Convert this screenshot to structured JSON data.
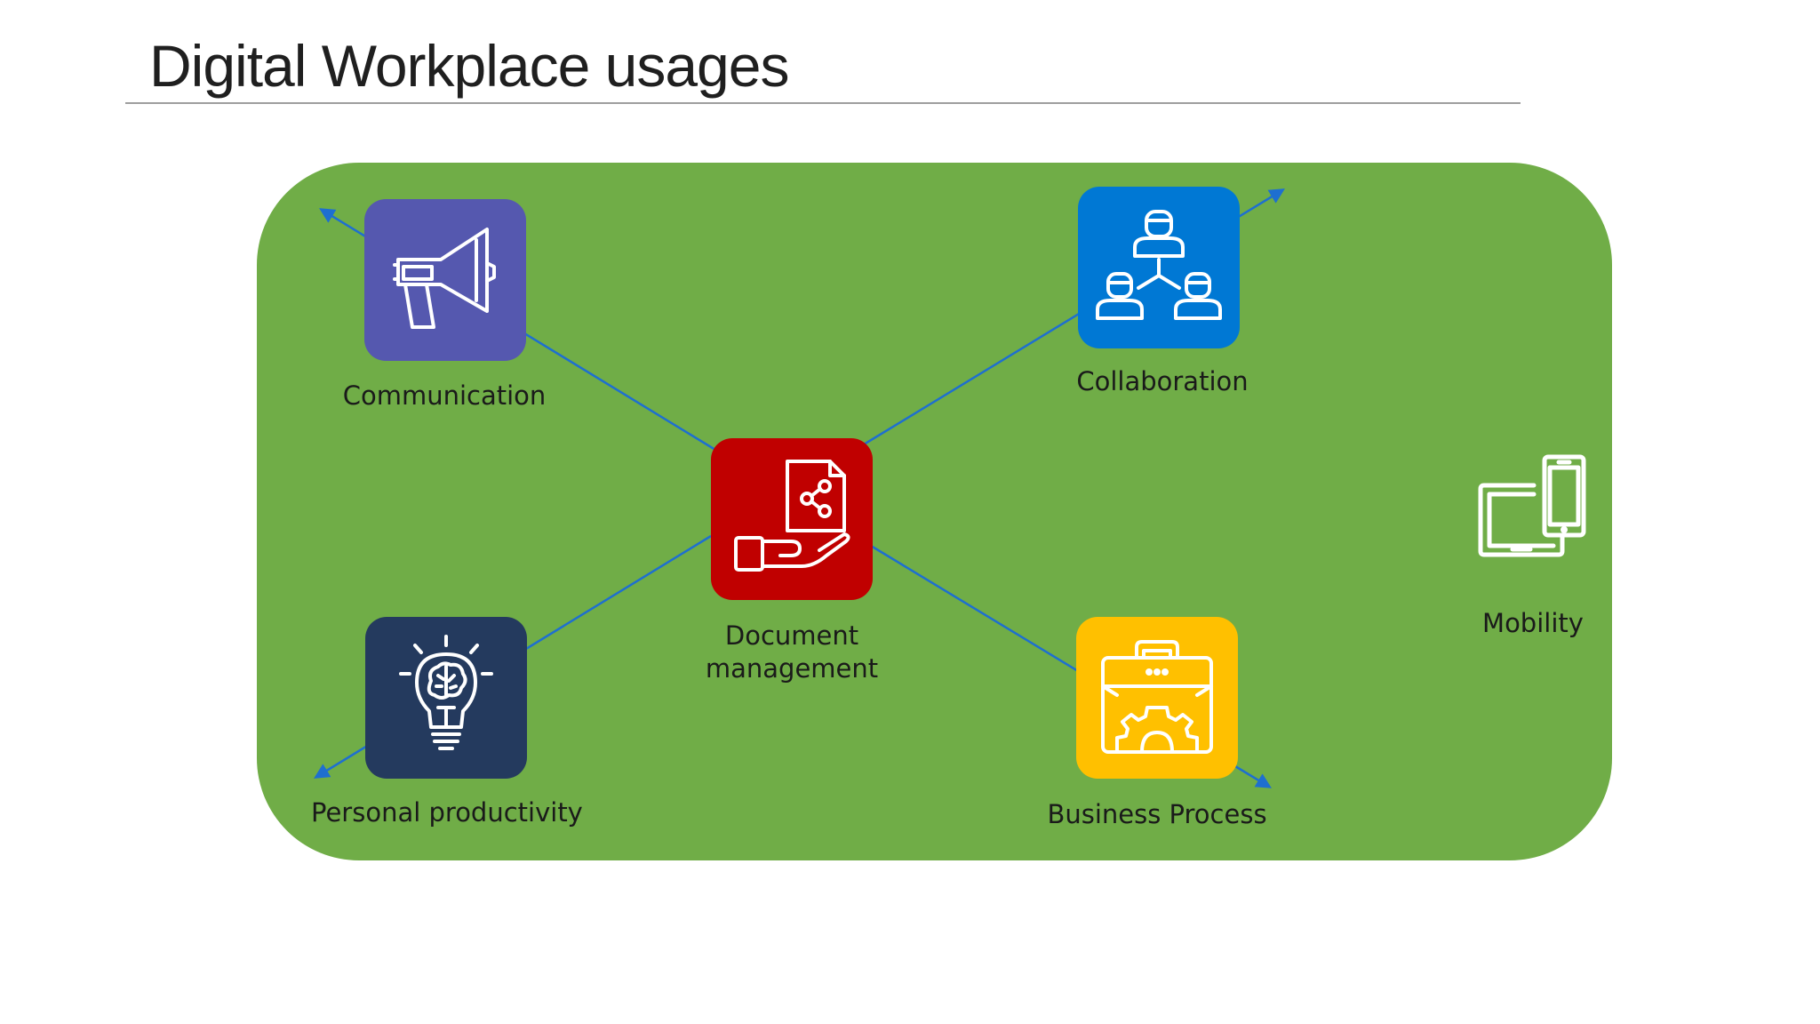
{
  "slide": {
    "title": "Digital Workplace usages"
  },
  "diagram": {
    "panel_color": "#70ad47",
    "connector_color": "#1e6fd0",
    "center": {
      "label_line1": "Document",
      "label_line2": "management",
      "icon": "document-share-hand-icon",
      "color": "#c00000"
    },
    "nodes": [
      {
        "id": "communication",
        "label": "Communication",
        "icon": "megaphone-icon",
        "color": "#5558af"
      },
      {
        "id": "collaboration",
        "label": "Collaboration",
        "icon": "team-hierarchy-icon",
        "color": "#0078d4"
      },
      {
        "id": "personal-productivity",
        "label": "Personal productivity",
        "icon": "lightbulb-brain-icon",
        "color": "#243a5e"
      },
      {
        "id": "business-process",
        "label": "Business Process",
        "icon": "toolbox-gear-icon",
        "color": "#ffc000"
      }
    ],
    "mobility": {
      "label": "Mobility",
      "icon": "tablet-phone-icon"
    }
  }
}
